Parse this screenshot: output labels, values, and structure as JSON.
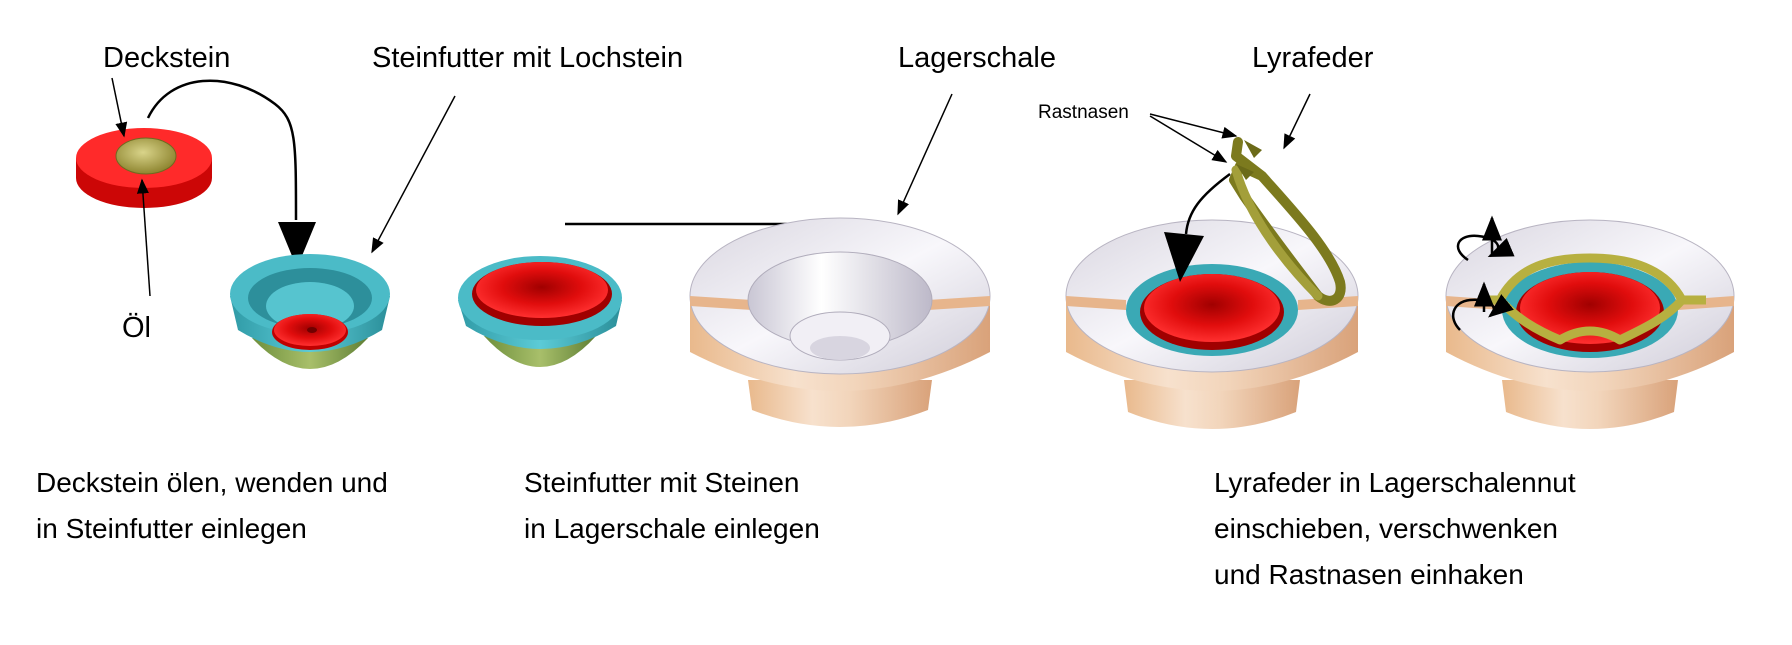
{
  "labels": {
    "deckstein": "Deckstein",
    "steinfutter_lochstein": "Steinfutter mit Lochstein",
    "lagerschale": "Lagerschale",
    "lyrafeder": "Lyrafeder",
    "rastnasen": "Rastnasen",
    "oel": "Öl"
  },
  "captions": {
    "step1": [
      "Deckstein ölen, wenden und",
      "in Steinfutter einlegen"
    ],
    "step2": [
      "Steinfutter mit Steinen",
      "in Lagerschale einlegen"
    ],
    "step3": [
      "Lyrafeder in Lagerschalennut",
      "einschieben, verschwenken",
      "und Rastnasen einhaken"
    ]
  },
  "colors": {
    "jewel_red": "#e81010",
    "chaton_teal": "#3aa9b5",
    "setting_beige": "#e8c9a6",
    "setting_top": "#e9e6ee",
    "spring_olive": "#8a8a2a",
    "oil_olive": "#b7ae4a"
  }
}
